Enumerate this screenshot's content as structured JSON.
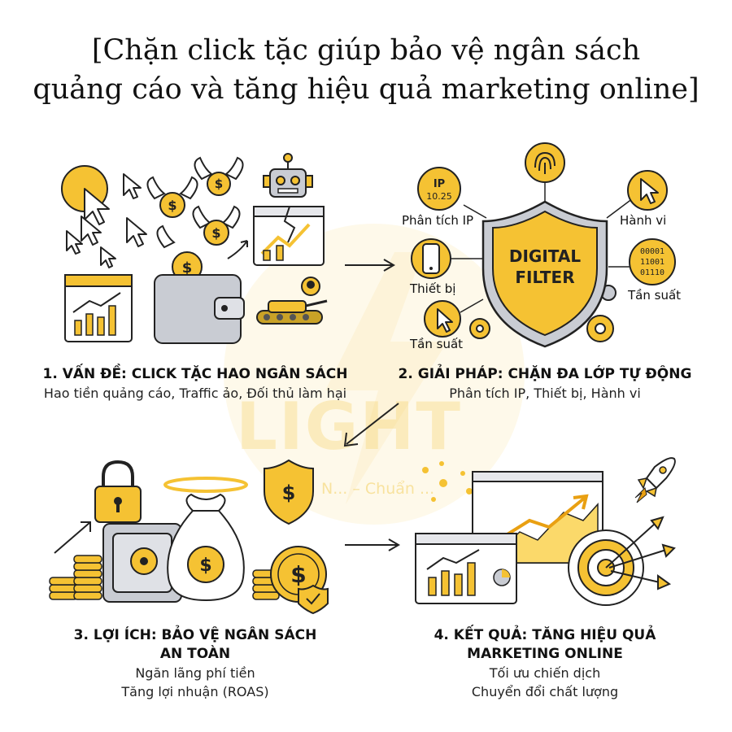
{
  "title": {
    "line1": "[Chặn click tặc giúp bảo vệ ngân sách",
    "line2": "quảng cáo và tăng hiệu quả marketing online]"
  },
  "watermark": {
    "text": "LIGHT",
    "sub": "N... – Chuẩn ..."
  },
  "panels": [
    {
      "heading": "1. VẤN ĐỀ: CLICK TẶC HAO NGÂN SÁCH",
      "lines": [
        "Hao tiền quảng cáo, Traffic ảo, Đối thủ làm hại"
      ]
    },
    {
      "heading": "2. GIẢI PHÁP: CHẶN ĐA LỚP TỰ ĐỘNG",
      "lines": [
        "Phân tích IP, Thiết bị, Hành vi"
      ]
    },
    {
      "heading": "3. LỢI ÍCH: BẢO VỆ NGÂN SÁCH AN TOÀN",
      "heading_lines": [
        "3. LỢI ÍCH: BẢO VỆ NGÂN SÁCH",
        "AN TOÀN"
      ],
      "lines": [
        "Ngăn lãng phí tiền",
        "Tăng lợi nhuận (ROAS)"
      ]
    },
    {
      "heading": "4. KẾT QUẢ: TĂNG HIỆU QUẢ MARKETING ONLINE",
      "heading_lines": [
        "4. KẾT QUẢ: TĂNG HIỆU QUẢ",
        "MARKETING ONLINE"
      ],
      "lines": [
        "Tối ưu chiến dịch",
        "Chuyển đổi chất lượng"
      ]
    }
  ],
  "solution_labels": {
    "shield_line1": "DIGITAL",
    "shield_line2": "FILTER",
    "ip_top": "IP",
    "ip_bottom": "10.25",
    "ip_analysis": "Phân tích IP",
    "behavior": "Hành vi",
    "device": "Thiết bị",
    "frequency_right": "Tần suất",
    "frequency_left": "Tần suất",
    "binary": [
      "00001",
      "11001",
      "01110"
    ]
  },
  "colors": {
    "yellow": "#f5c233",
    "yellow_light": "#fbd96a",
    "grey": "#c9ccd3",
    "outline": "#222222",
    "orange": "#e9a012"
  }
}
